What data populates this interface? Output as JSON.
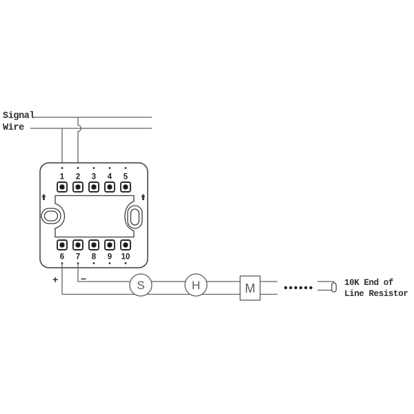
{
  "labels": {
    "signal_line1": "Signal",
    "signal_line2": "Wire",
    "plus": "+",
    "minus": "−",
    "resistor_line1": "10K End of",
    "resistor_line2": "Line Resistor"
  },
  "terminals": {
    "top": [
      "1",
      "2",
      "3",
      "4",
      "5"
    ],
    "bottom": [
      "6",
      "7",
      "8",
      "9",
      "10"
    ]
  },
  "devices": [
    {
      "label": "S",
      "shape": "circle"
    },
    {
      "label": "H",
      "shape": "circle"
    },
    {
      "label": "M",
      "shape": "rect"
    }
  ],
  "ellipsis_dot_count": 6,
  "colors": {
    "wire": "#606060",
    "outline": "#3a3a3a",
    "terminal": "#262626",
    "text": "#2f2f2f",
    "device": "#5a5a5a",
    "background": "#ffffff"
  }
}
